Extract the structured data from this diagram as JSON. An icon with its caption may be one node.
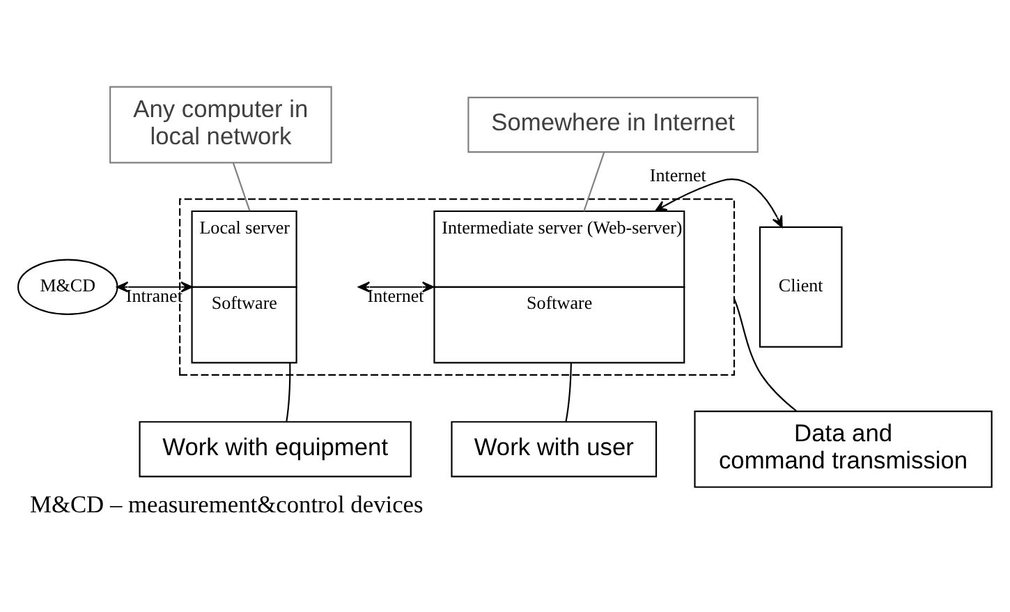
{
  "diagram": {
    "caption": "M&CD – measurement&control devices",
    "nodes": [
      {
        "text": [
          "Any computer in local network"
        ]
      },
      {
        "text": [
          "Somewhere in Internet"
        ]
      },
      {
        "text": [],
        "shape": "box"
      },
      {
        "text": [
          "Local server",
          "Software"
        ],
        "in": 2
      },
      {
        "text": [
          "Intermediate server (Web-server)",
          "Software"
        ],
        "in": 2
      },
      {
        "text": [
          "M&CD"
        ]
      },
      {
        "text": [
          "Client"
        ]
      },
      {
        "text": [
          "Work with equipment"
        ]
      },
      {
        "text": [
          "Data and command transmission"
        ]
      },
      {
        "text": [
          "Work with user"
        ]
      }
    ],
    "edges": [
      {
        "from": 5,
        "to": 3,
        "arrow": "both",
        "label": "Intranet"
      },
      {
        "from": 3,
        "to": 4,
        "arrow": "both",
        "label": "Internet"
      },
      {
        "from": 4,
        "to": 6,
        "arrow": "both",
        "label": "Internet"
      },
      {
        "from": 0,
        "to": 3,
        "arrow": "none",
        "color": "#808080"
      },
      {
        "from": 1,
        "to": 4,
        "arrow": "none",
        "color": "#808080"
      },
      {
        "from": 7,
        "to": 3,
        "arrow": "none"
      },
      {
        "from": 8,
        "to": 2,
        "arrow": "none"
      },
      {
        "from": 9,
        "to": 4,
        "arrow": "none"
      }
    ]
  }
}
